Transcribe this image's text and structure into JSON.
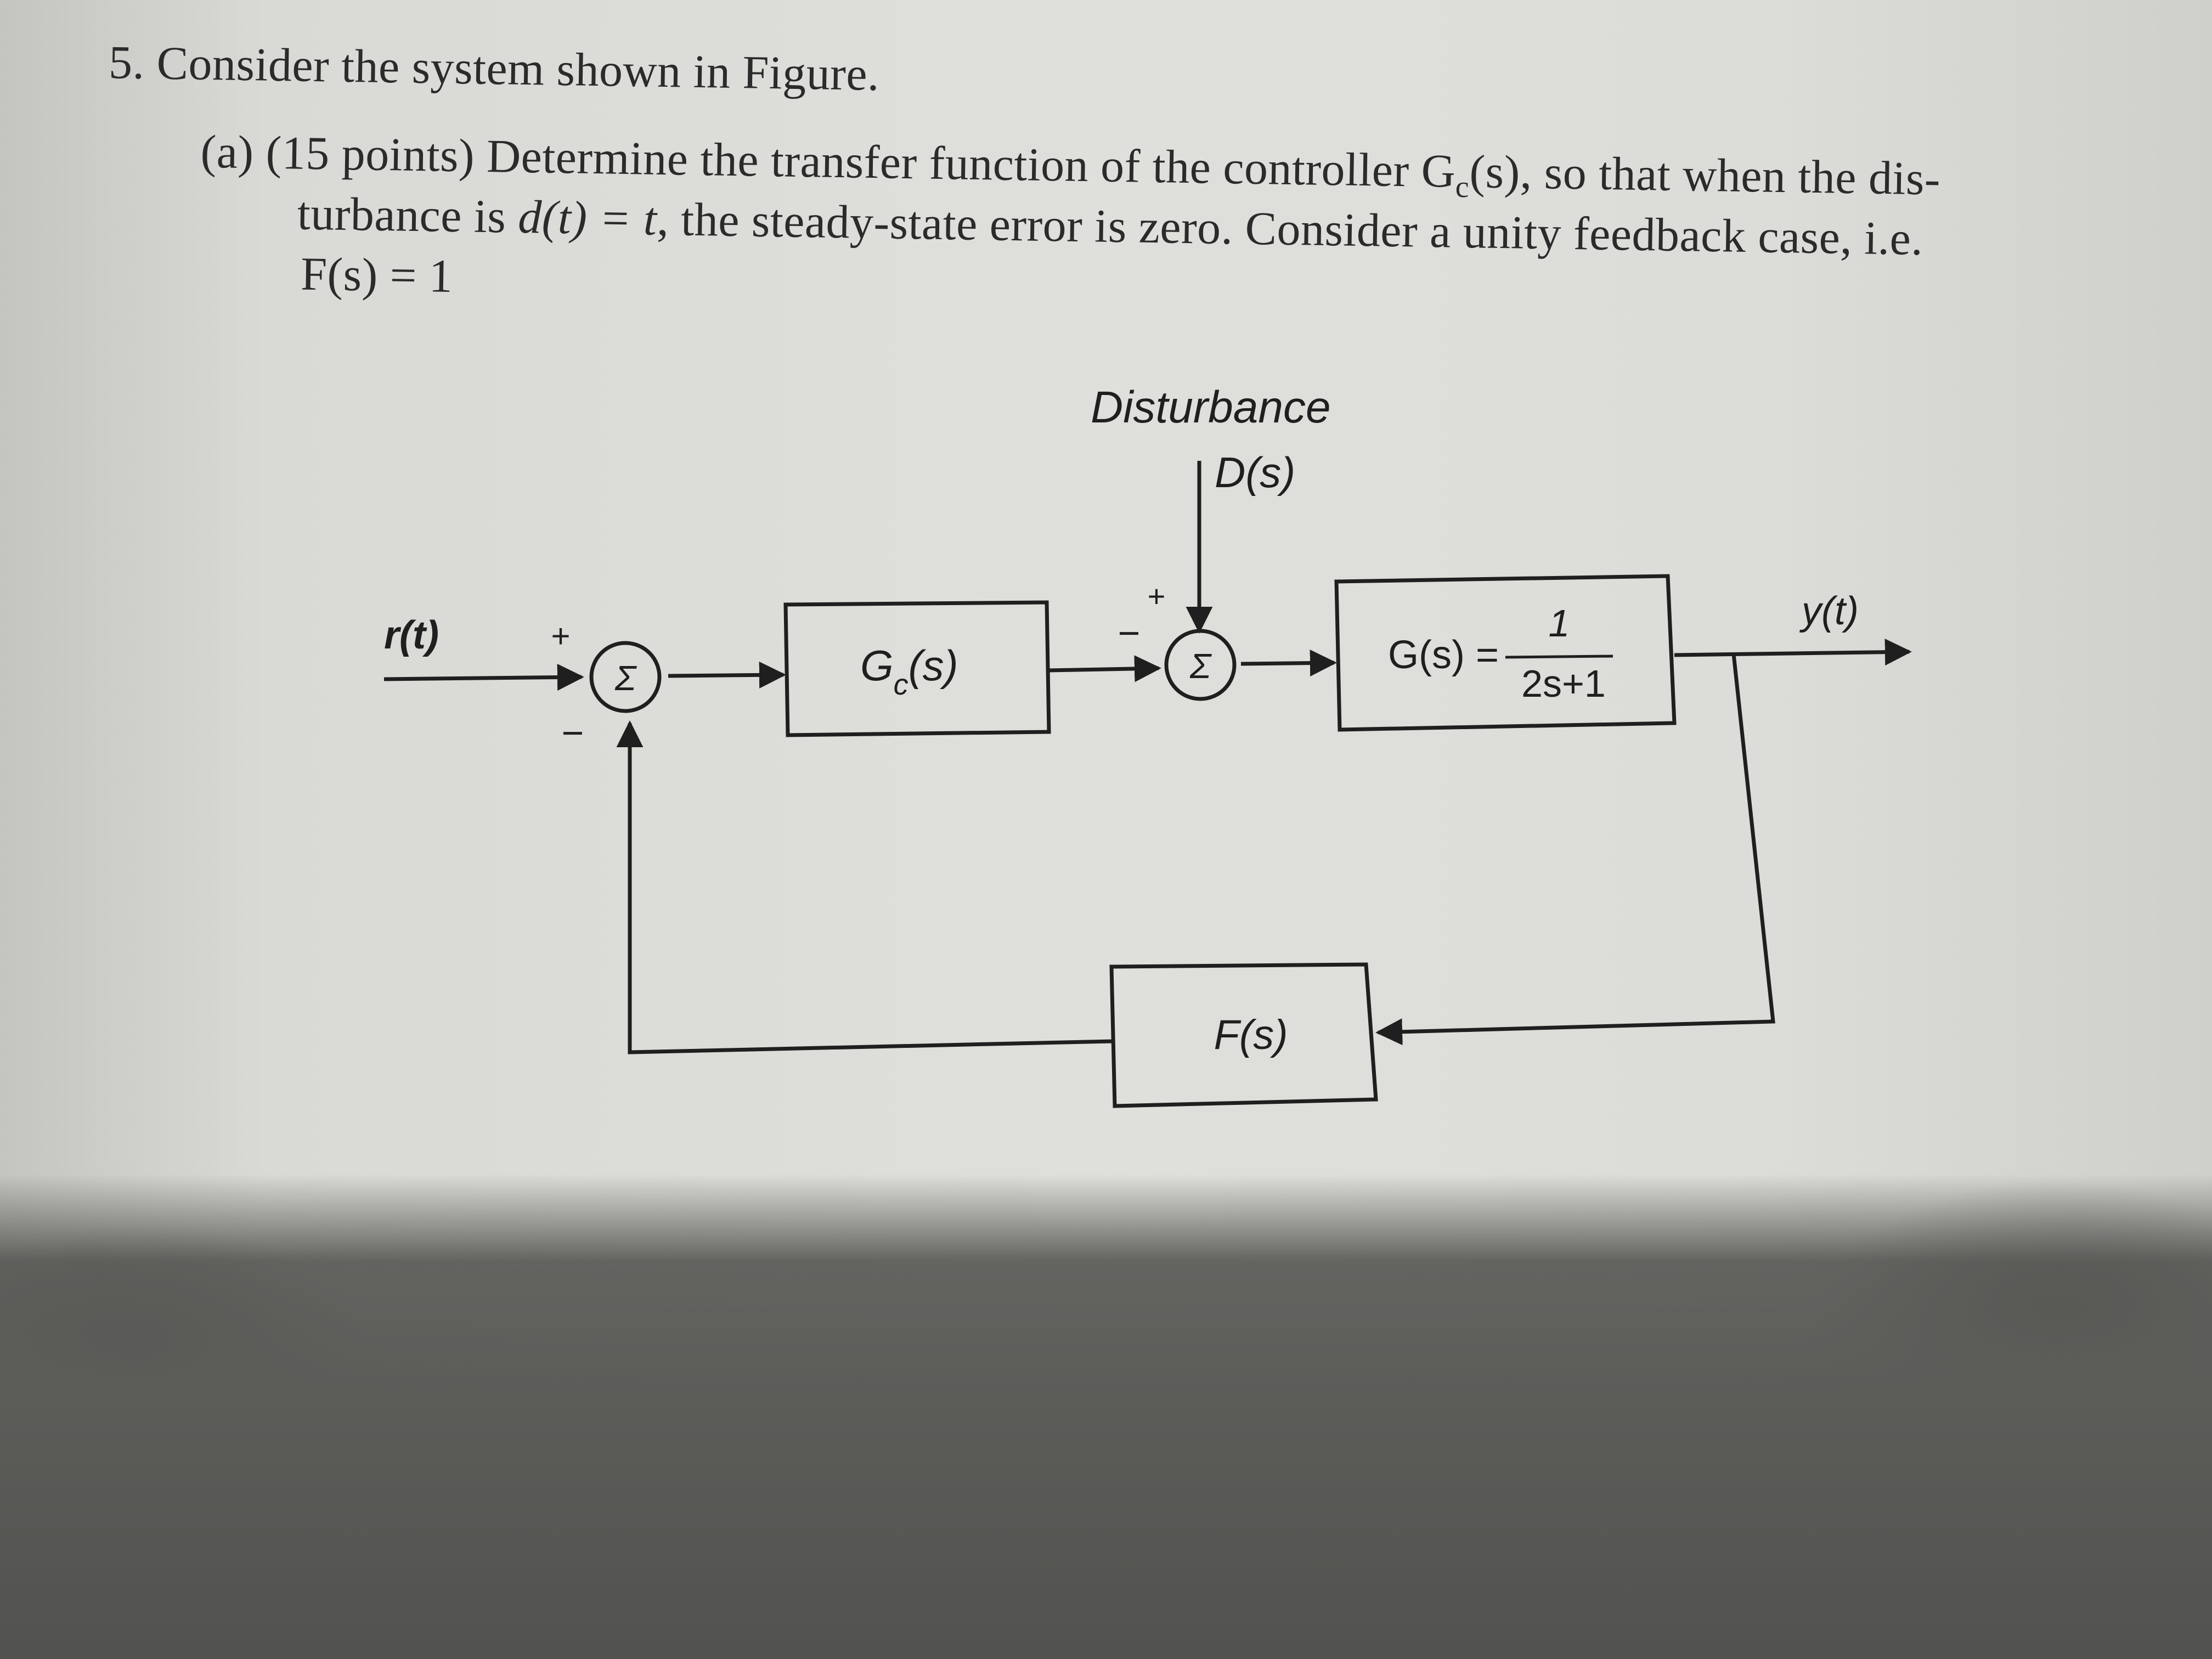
{
  "problem": {
    "number": "5.",
    "statement": "Consider the system shown in Figure.",
    "part_label": "(a)",
    "points": "(15 points)",
    "line1": "Determine the transfer function of the controller G",
    "line1_sub": "c",
    "line1_tail": "(s), so that when the dis-",
    "line2_a": "turbance is ",
    "line2_math": "d(t) = t",
    "line2_b": ", the steady-state error is zero.  Consider a unity feedback case, i.e.",
    "line3": "F(s) = 1"
  },
  "diagram": {
    "disturbance_label": "Disturbance",
    "disturbance_signal": "D(s)",
    "input_signal": "r(t)",
    "output_signal": "y(t)",
    "sum1_symbol": "Σ",
    "sum1_top_sign": "+",
    "sum1_bottom_sign": "−",
    "sum2_symbol": "Σ",
    "sum2_left_sign": "−",
    "sum2_top_sign": "+",
    "controller_label": "G",
    "controller_sub": "c",
    "controller_arg": "(s)",
    "plant_label": "G(s) =",
    "plant_numerator": "1",
    "plant_denominator": "2s+1",
    "feedback_label": "F(s)"
  }
}
